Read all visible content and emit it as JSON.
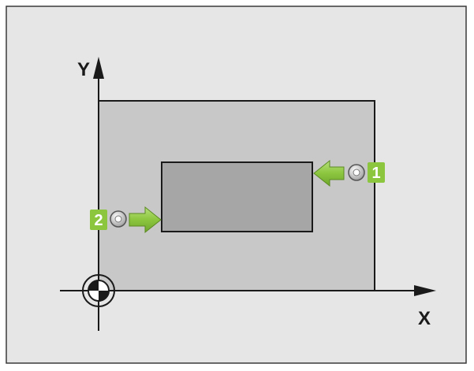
{
  "axes": {
    "x_label": "X",
    "y_label": "Y"
  },
  "probe_points": [
    {
      "label": "1",
      "direction": "-X"
    },
    {
      "label": "2",
      "direction": "+X"
    }
  ],
  "colors": {
    "panel_background": "#e6e6e6",
    "panel_border": "#3a3a3a",
    "workpiece_fill": "#c8c8c8",
    "inner_block_fill": "#a6a6a6",
    "arrow_fill": "#8cc63f",
    "label_badge": "#8cc63f",
    "label_text": "#ffffff",
    "axis_color": "#1a1a1a"
  }
}
